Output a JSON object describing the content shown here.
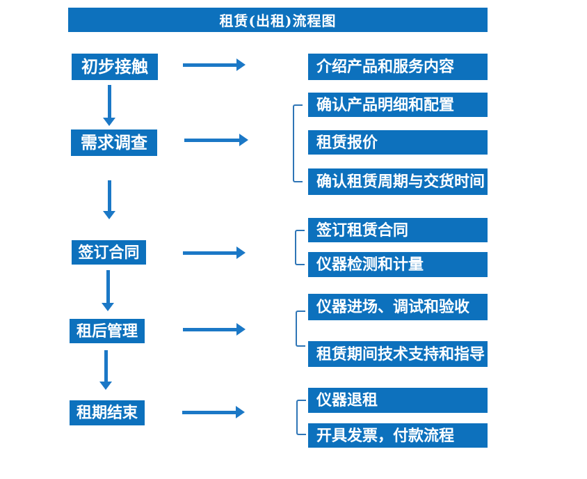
{
  "title": "租赁(出租)流程图",
  "colors": {
    "box_blue": "#0d71bd",
    "arrow_blue": "#1b78c6",
    "bracket_blue": "#2e75b6",
    "text": "#ffffff",
    "background": "#ffffff"
  },
  "stages": [
    {
      "label": "初步接触",
      "outputs": [
        "介绍产品和服务内容"
      ]
    },
    {
      "label": "需求调查",
      "outputs": [
        "确认产品明细和配置",
        "租赁报价",
        "确认租赁周期与交货时间"
      ]
    },
    {
      "label": "签订合同",
      "outputs": [
        "签订租赁合同",
        "仪器检测和计量"
      ]
    },
    {
      "label": "租后管理",
      "outputs": [
        "仪器进场、调试和验收",
        "租赁期间技术支持和指导"
      ]
    },
    {
      "label": "租期结束",
      "outputs": [
        "仪器退租",
        "开具发票，付款流程"
      ]
    }
  ]
}
